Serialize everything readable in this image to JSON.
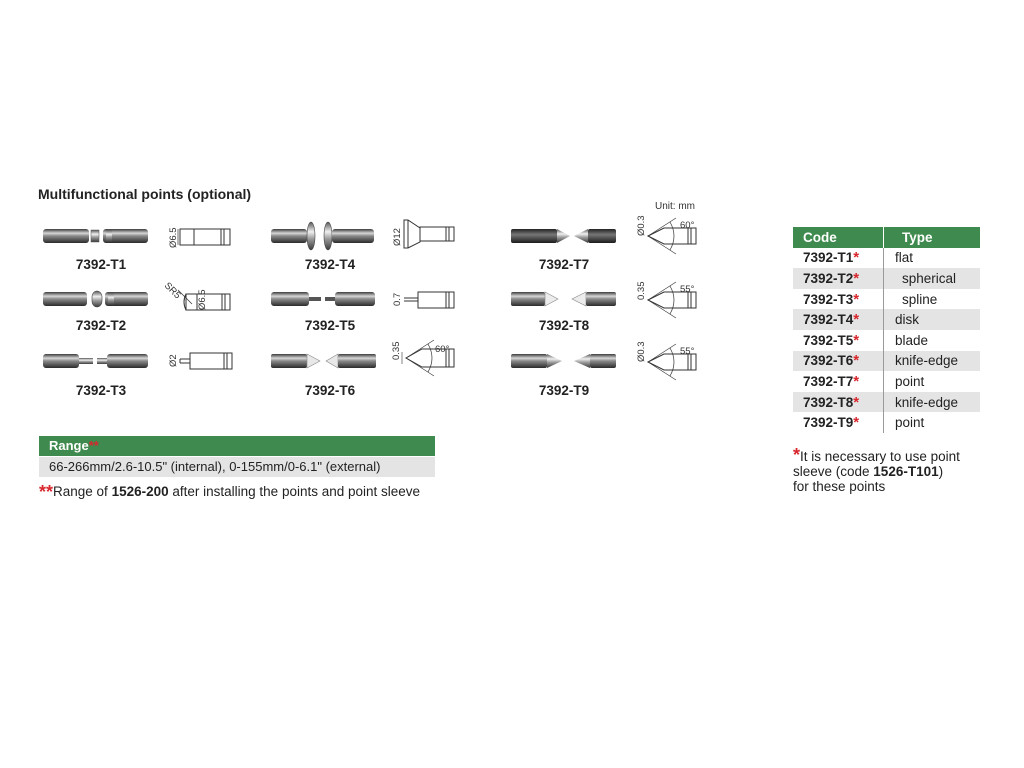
{
  "heading": "Multifunctional points (optional)",
  "unit_label": "Unit: mm",
  "points": [
    {
      "code": "7392-T1",
      "dims": [
        "Ø6.5"
      ]
    },
    {
      "code": "7392-T2",
      "dims": [
        "SR5",
        "Ø6.5"
      ]
    },
    {
      "code": "7392-T3",
      "dims": [
        "Ø2"
      ]
    },
    {
      "code": "7392-T4",
      "dims": [
        "Ø12"
      ]
    },
    {
      "code": "7392-T5",
      "dims": [
        "0.7"
      ]
    },
    {
      "code": "7392-T6",
      "dims": [
        "0.35",
        "60°"
      ]
    },
    {
      "code": "7392-T7",
      "dims": [
        "Ø0.3",
        "60°"
      ]
    },
    {
      "code": "7392-T8",
      "dims": [
        "0.35",
        "55°"
      ]
    },
    {
      "code": "7392-T9",
      "dims": [
        "Ø0.3",
        "55°"
      ]
    }
  ],
  "range": {
    "label": "Range",
    "stars": "**",
    "value": "66-266mm/2.6-10.5\" (internal), 0-155mm/0-6.1\" (external)",
    "note_stars": "**",
    "note_prefix": "Range of ",
    "note_code": "1526-200",
    "note_suffix": " after installing the points and point sleeve"
  },
  "table": {
    "headers": [
      "Code",
      "Type"
    ],
    "star": "*",
    "rows": [
      {
        "code": "7392-T1",
        "type": "flat"
      },
      {
        "code": "7392-T2",
        "type": "spherical"
      },
      {
        "code": "7392-T3",
        "type": "spline"
      },
      {
        "code": "7392-T4",
        "type": "disk"
      },
      {
        "code": "7392-T5",
        "type": "blade"
      },
      {
        "code": "7392-T6",
        "type": "knife-edge"
      },
      {
        "code": "7392-T7",
        "type": "point"
      },
      {
        "code": "7392-T8",
        "type": "knife-edge"
      },
      {
        "code": "7392-T9",
        "type": "point"
      }
    ]
  },
  "footnote": {
    "star": "*",
    "line1": "It is necessary to use point",
    "line2_prefix": "sleeve (code ",
    "code": "1526-T101",
    "line2_suffix": ")",
    "line3": "for these points"
  },
  "colors": {
    "header_green": "#3f8a4e",
    "star_red": "#d8262c",
    "row_gray": "#e4e4e4"
  }
}
